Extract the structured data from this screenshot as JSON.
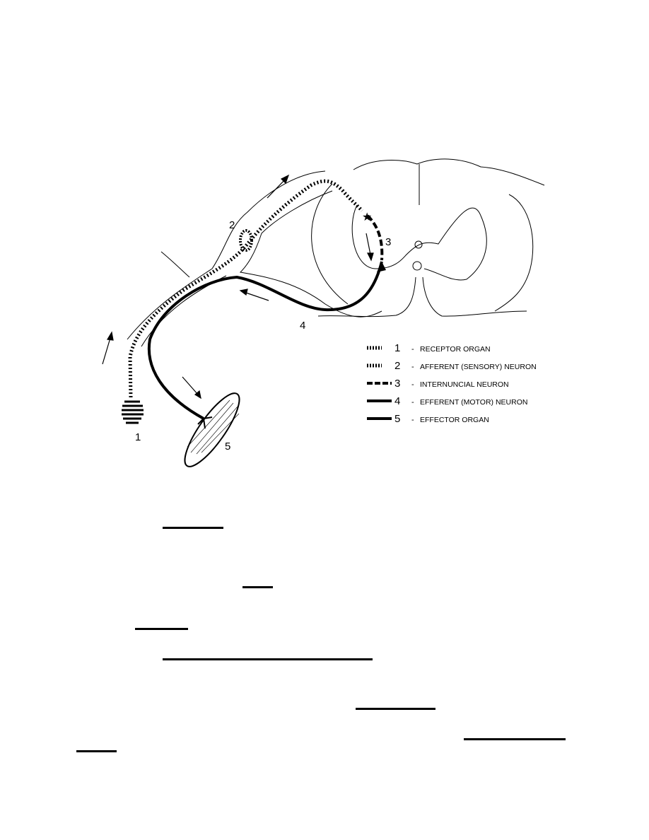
{
  "figure": {
    "numbers": [
      "1",
      "2",
      "3",
      "4",
      "5"
    ],
    "legend": [
      {
        "num": "1",
        "sep": "-",
        "text": "RECEPTOR ORGAN",
        "style": "dotted"
      },
      {
        "num": "2",
        "sep": "-",
        "text": "AFFERENT (SENSORY) NEURON",
        "style": "dotted"
      },
      {
        "num": "3",
        "sep": "-",
        "text": "INTERNUNCIAL NEURON",
        "style": "dashed"
      },
      {
        "num": "4",
        "sep": "-",
        "text": "EFFERENT (MOTOR) NEURON",
        "style": "solid"
      },
      {
        "num": "5",
        "sep": "-",
        "text": "EFFECTOR ORGAN",
        "style": "solid"
      }
    ]
  },
  "colors": {
    "ink": "#000000",
    "paper": "#ffffff"
  }
}
